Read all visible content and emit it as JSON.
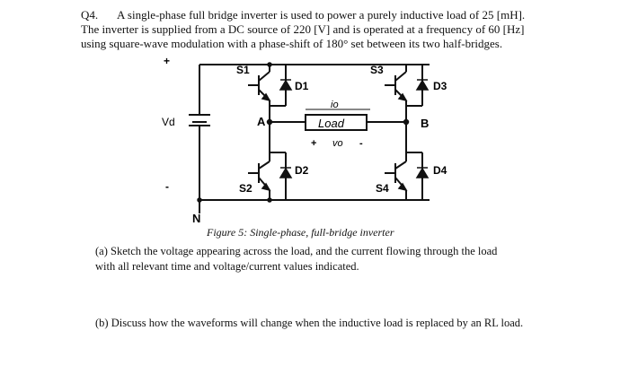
{
  "question": {
    "number": "Q4.",
    "line1": "A single-phase full bridge inverter is used to power a purely inductive load of 25 [mH].",
    "line2": "The inverter is supplied from a DC source of 220 [V] and is operated at a frequency of 60 [Hz]",
    "line3": "using square-wave modulation with a phase-shift of 180° set between its two half-bridges."
  },
  "figure": {
    "plus": "+",
    "minus": "-",
    "vd": "Vd",
    "s1": "S1",
    "s2": "S2",
    "s3": "S3",
    "s4": "S4",
    "d1": "D1",
    "d2": "D2",
    "d3": "D3",
    "d4": "D4",
    "node_a": "A",
    "node_b": "B",
    "node_n": "N",
    "io": "io",
    "load": "Load",
    "vo_plus": "+",
    "vo": "vo",
    "vo_minus": "-",
    "caption": "Figure 5: Single-phase, full-bridge inverter"
  },
  "parts": {
    "a_line1": "(a)  Sketch the voltage appearing across the load, and the current flowing through the load",
    "a_line2": "with all relevant time and voltage/current values indicated.",
    "b_line1": "(b)  Discuss how the waveforms will change when the inductive load is replaced by an RL load."
  }
}
